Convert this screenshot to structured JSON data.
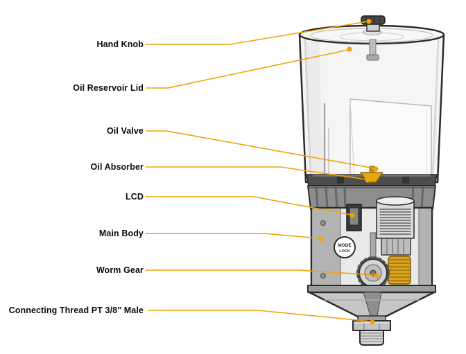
{
  "diagram": {
    "accent_color": "#F0A30A",
    "labels": [
      {
        "text": "Hand Knob"
      },
      {
        "text": "Oil Reservoir Lid"
      },
      {
        "text": "Oil Valve"
      },
      {
        "text": "Oil Absorber"
      },
      {
        "text": "LCD"
      },
      {
        "text": "Main Body"
      },
      {
        "text": "Worm Gear"
      },
      {
        "text": "Connecting Thread PT 3/8\" Male"
      }
    ],
    "device": {
      "mode_button": {
        "line1": "MODE",
        "line2": "LOCK"
      }
    }
  }
}
